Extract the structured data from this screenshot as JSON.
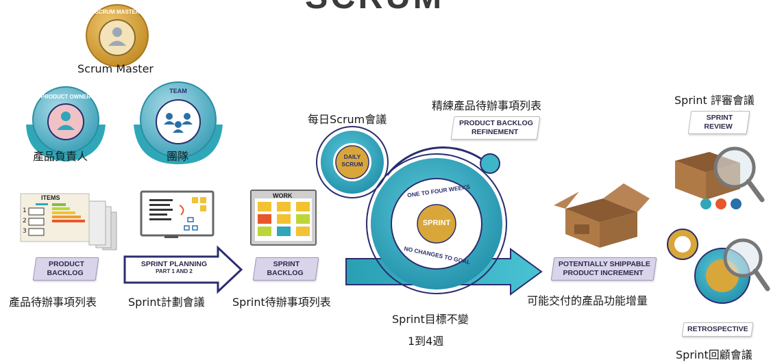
{
  "title": "SCRUM",
  "roles": {
    "scrum_master": {
      "badge": "SCRUM MASTER",
      "caption": "Scrum Master"
    },
    "product_owner": {
      "badge": "PRODUCT OWNER",
      "caption": "產品負責人"
    },
    "team": {
      "badge": "TEAM",
      "caption": "團隊"
    }
  },
  "backlog": {
    "items_label": "ITEMS",
    "numbers": [
      "1",
      "2",
      "3"
    ],
    "tag_line1": "PRODUCT",
    "tag_line2": "BACKLOG",
    "caption": "產品待辦事項列表"
  },
  "planning": {
    "tag_line1": "SPRINT PLANNING",
    "tag_line2": "PART 1 AND 2",
    "caption": "Sprint計劃會議"
  },
  "sprint_backlog": {
    "work_label": "WORK",
    "tag_line1": "SPRINT",
    "tag_line2": "BACKLOG",
    "caption": "Sprint待辦事項列表"
  },
  "daily": {
    "badge_line1": "DAILY",
    "badge_line2": "SCRUM",
    "caption": "每日Scrum會議"
  },
  "refinement": {
    "tag_line1": "PRODUCT BACKLOG",
    "tag_line2": "REFINEMENT",
    "caption": "精練產品待辦事項列表"
  },
  "sprint": {
    "center": "SPRINT",
    "ring_top": "ONE TO FOUR WEEKS",
    "ring_bottom": "NO CHANGES TO GOAL",
    "caption1": "Sprint目標不變",
    "caption2": "1到4週"
  },
  "increment": {
    "tag_line1": "POTENTIALLY SHIPPABLE",
    "tag_line2": "PRODUCT INCREMENT",
    "caption": "可能交付的產品功能增量"
  },
  "review": {
    "tag_line1": "SPRINT",
    "tag_line2": "REVIEW",
    "caption": "Sprint 評審會議"
  },
  "retro": {
    "tag_line1": "RETROSPECTIVE",
    "caption": "Sprint回顧會議"
  },
  "colors": {
    "teal": "#2fa7b8",
    "navy": "#2a2d6e",
    "gold": "#d9a63a",
    "lavender": "#d9d4ea"
  }
}
